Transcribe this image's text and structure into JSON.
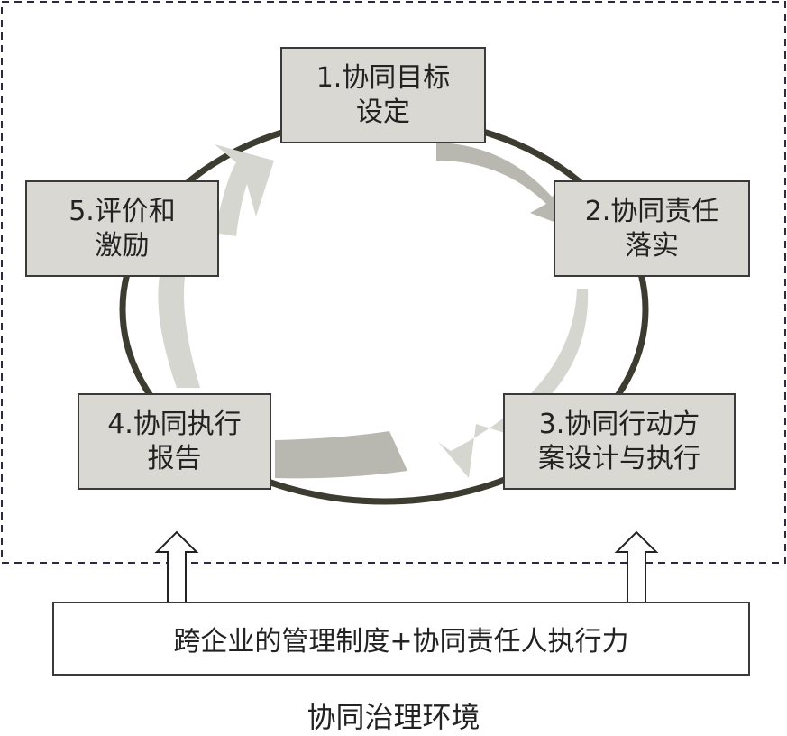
{
  "steps": [
    {
      "line1": "1.协同目标",
      "line2": "设定"
    },
    {
      "line1": "2.协同责任",
      "line2": "落实"
    },
    {
      "line1": "3.协同行动方",
      "line2": "案设计与执行"
    },
    {
      "line1": "4.协同执行",
      "line2": "报告"
    },
    {
      "line1": "5.评价和",
      "line2": "激励"
    }
  ],
  "foundation": {
    "label": "跨企业的管理制度+协同责任人执行力"
  },
  "caption": "协同治理环境",
  "colors": {
    "box_fill": "#d9d8d2",
    "ring": "#3c3c30",
    "arrow_dark": "#b8b7b0",
    "arrow_light": "#d6d6d0",
    "frame_dash": "#2a2a44"
  }
}
